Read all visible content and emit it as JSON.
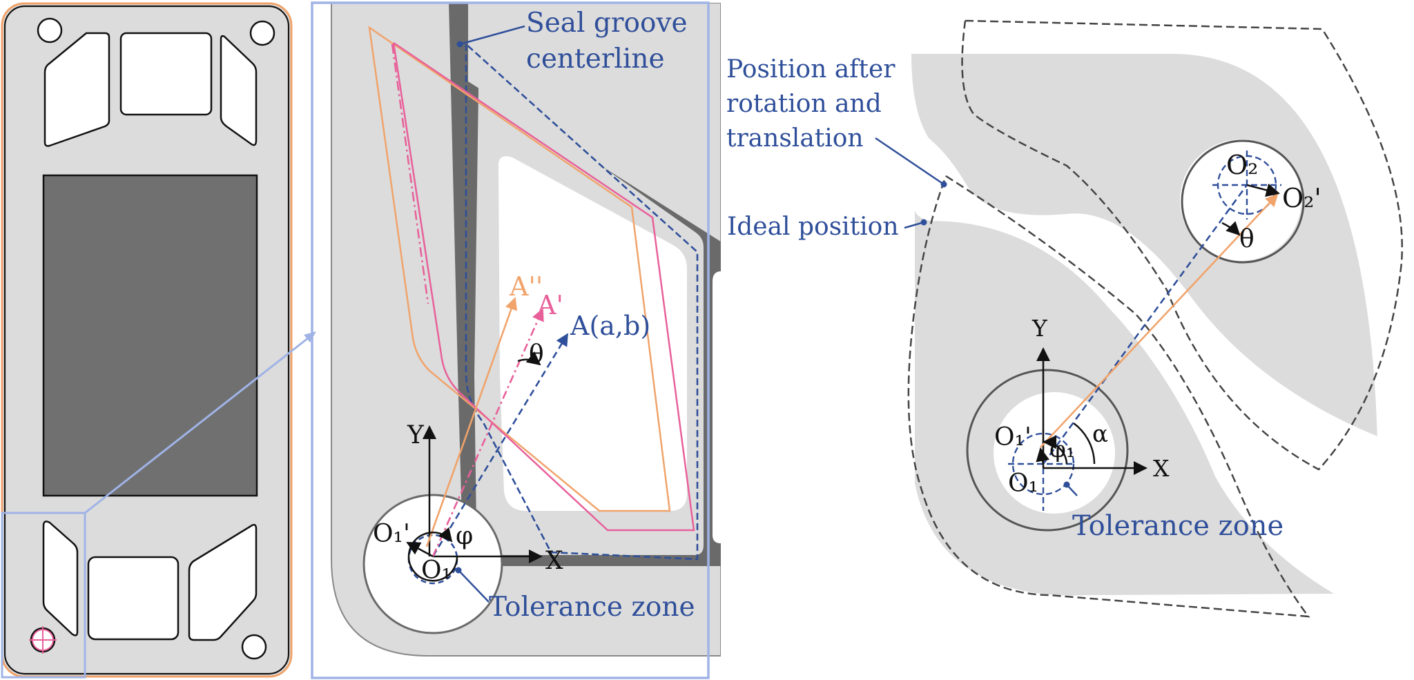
{
  "colors": {
    "plate_fill": "#dcdcdc",
    "active_area": "#707070",
    "groove": "#6a6a6a",
    "ideal_blue": "#2f4f9a",
    "translated_orange": "#f0a36b",
    "rotated_pink": "#e8609a",
    "zoom_frame": "#9fb3e6",
    "outline": "#111111"
  },
  "middle_panel": {
    "seal_groove_line1": "Seal groove",
    "seal_groove_line2": "centerline",
    "label_A_double_prime": "A''",
    "label_A_prime": "A'",
    "label_A": "A(a,b)",
    "label_theta": "θ",
    "label_phi": "φ",
    "axis_y": "Y",
    "axis_x": "X",
    "label_O1_prime": "O₁'",
    "label_O1": "O₁",
    "tolerance_zone": "Tolerance zone"
  },
  "right_panel": {
    "position_after_line1": "Position after",
    "position_after_line2": "rotation and",
    "position_after_line3": "translation",
    "ideal_position": "Ideal position",
    "label_O2": "O₂",
    "label_O2_prime": "O₂'",
    "label_theta": "θ",
    "axis_y": "Y",
    "axis_x": "X",
    "label_O1_prime": "O₁'",
    "label_phi1": "φ₁",
    "label_alpha": "α",
    "label_O1": "O₁",
    "tolerance_zone": "Tolerance zone"
  }
}
